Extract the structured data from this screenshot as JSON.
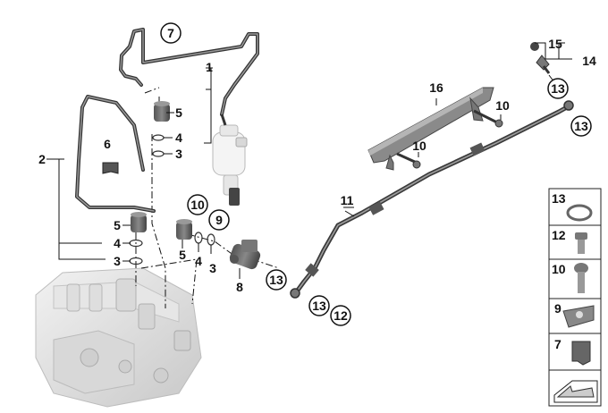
{
  "callouts": {
    "c1": "1",
    "c2": "2",
    "c3a": "3",
    "c3b": "3",
    "c3c": "3",
    "c4a": "4",
    "c4b": "4",
    "c4c": "4",
    "c5a": "5",
    "c5b": "5",
    "c5c": "5",
    "c6": "6",
    "c7": "7",
    "c8": "8",
    "c9": "9",
    "c10a": "10",
    "c10b": "10",
    "c10c": "10",
    "c11": "11",
    "c12": "12",
    "c13a": "13",
    "c13b": "13",
    "c13c": "13",
    "c13d": "13",
    "c14": "14",
    "c15": "15",
    "c16": "16"
  },
  "legend": {
    "items": [
      "13",
      "12",
      "10",
      "9",
      "7"
    ]
  }
}
